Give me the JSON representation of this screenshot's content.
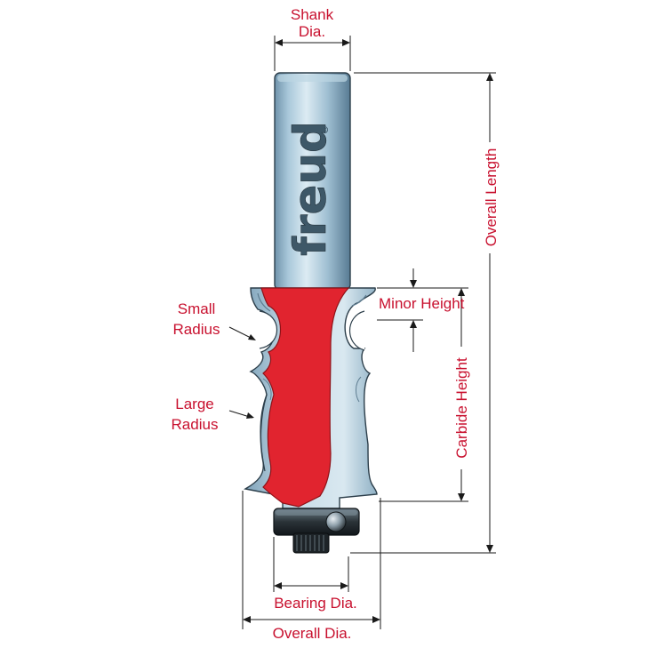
{
  "colors": {
    "label": "#c8102e",
    "carbide": "#e1242f",
    "steel_light": "#cfe3ee",
    "steel_mid": "#8fb3c8",
    "steel_dark": "#4d6f86",
    "line": "#1a1a1a"
  },
  "labels": {
    "shank_dia_line1": "Shank",
    "shank_dia_line2": "Dia.",
    "overall_length": "Overall Length",
    "minor_height": "Minor Height",
    "carbide_height": "Carbide Height",
    "small_radius_line1": "Small",
    "small_radius_line2": "Radius",
    "large_radius_line1": "Large",
    "large_radius_line2": "Radius",
    "bearing_dia": "Bearing Dia.",
    "overall_dia": "Overall Dia."
  },
  "brand": {
    "logo_text": "freud",
    "registered_mark": "®"
  }
}
